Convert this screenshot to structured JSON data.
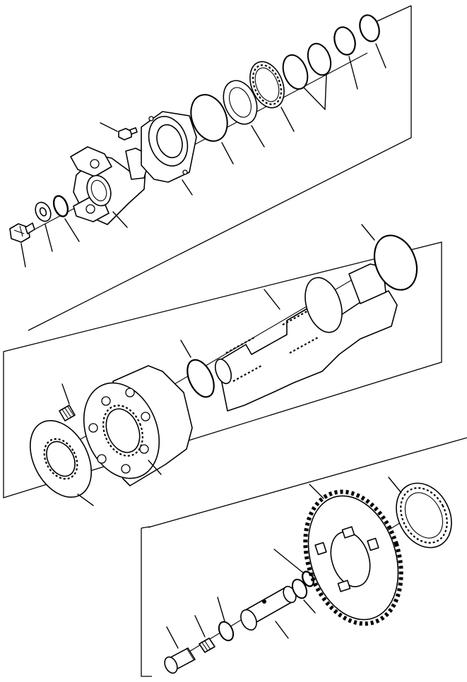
{
  "figure": {
    "kind": "exploded parts illustration",
    "background": "#ffffff",
    "line_color": "#000000",
    "groups": [
      {
        "id": "group-1",
        "parts": [
          "bolt",
          "washer",
          "o-ring",
          "yoke",
          "capscrew",
          "bearing-retainer",
          "o-ring-large",
          "seal",
          "bearing",
          "shim",
          "shim",
          "snap-ring",
          "ring"
        ]
      },
      {
        "id": "group-2",
        "parts": [
          "disc",
          "spring",
          "piston-housing",
          "o-ring",
          "shaft",
          "seal-ring"
        ]
      },
      {
        "id": "group-3",
        "parts": [
          "plug",
          "spring",
          "o-ring",
          "shaft",
          "o-ring",
          "snap-ring",
          "gear",
          "bearing"
        ]
      }
    ]
  }
}
